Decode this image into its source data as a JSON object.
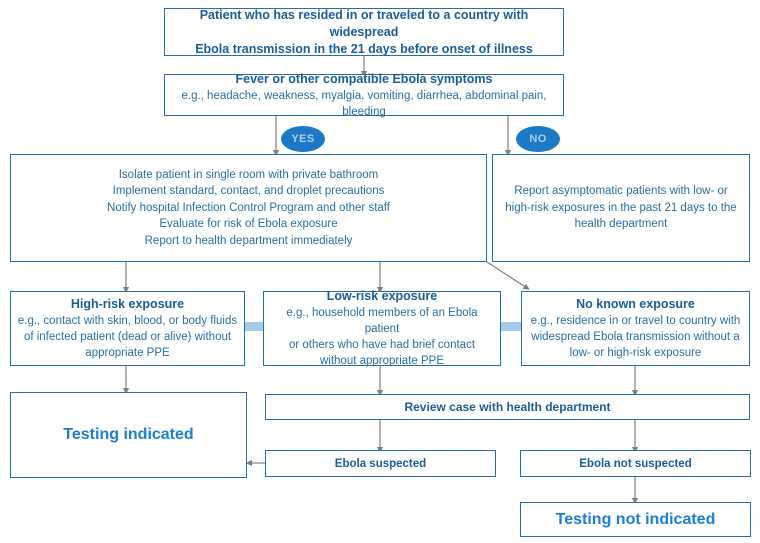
{
  "colors": {
    "border": "#1f70b8",
    "text": "#2a6fa8",
    "heading": "#1b5e99",
    "accent": "#1b7fd4",
    "badge_bg": "#1b79c6",
    "badge_text": "#a8cde9",
    "connector": "#a8c8e8",
    "arrow": "#808080"
  },
  "nodes": {
    "travel_history": {
      "line1": "Patient who has resided in or traveled to a country with widespread",
      "line2": "Ebola transmission in the 21 days before onset of illness"
    },
    "symptoms": {
      "title": "Fever or other compatible Ebola symptoms",
      "detail": "e.g., headache, weakness, myalgia, vomiting, diarrhea, abdominal pain, bleeding"
    },
    "yes_badge": "YES",
    "no_badge": "NO",
    "symptomatic_actions": {
      "line1": "Isolate patient in single room with private bathroom",
      "line2": "Implement standard, contact, and droplet precautions",
      "line3": "Notify hospital Infection Control Program and other staff",
      "line4": "Evaluate for risk of Ebola exposure",
      "line5": "Report to health department immediately"
    },
    "asymptomatic_report": {
      "line1": "Report asymptomatic patients with low- or",
      "line2": "high-risk exposures in the past 21 days to the",
      "line3": "health department"
    },
    "high_risk": {
      "title": "High-risk exposure",
      "line1": "e.g., contact with skin, blood, or body fluids",
      "line2": "of infected patient (dead or alive) without",
      "line3": "appropriate PPE"
    },
    "low_risk": {
      "title": "Low-risk exposure",
      "line1": "e.g., household members of an Ebola patient",
      "line2": "or others who have had brief contact",
      "line3": "without appropriate PPE"
    },
    "no_known": {
      "title": "No known exposure",
      "line1": "e.g., residence in or travel to country with",
      "line2": "widespread Ebola transmission without a",
      "line3": "low- or high-risk exposure"
    },
    "testing_indicated": "Testing indicated",
    "review_case": "Review case with health department",
    "ebola_suspected": "Ebola suspected",
    "ebola_not_suspected": "Ebola not suspected",
    "testing_not_indicated": "Testing not indicated"
  }
}
